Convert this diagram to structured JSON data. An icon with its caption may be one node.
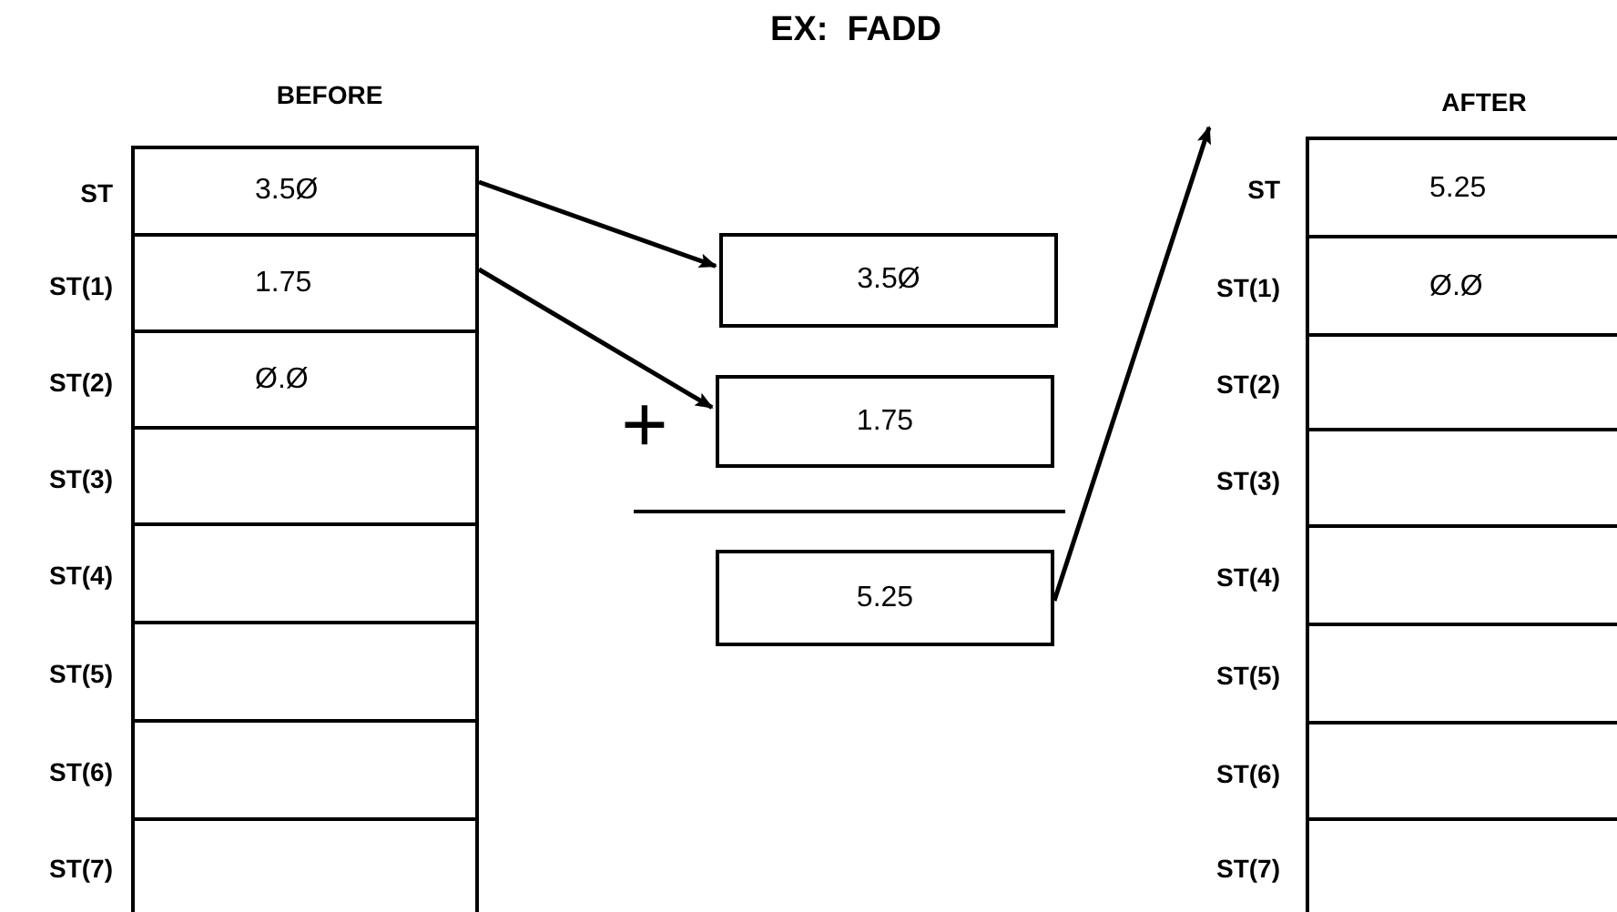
{
  "diagram": {
    "title": "EX:  FADD",
    "nodes": [
      {
        "text": [
          "3.5Ø"
        ],
        "beside": [
          "ST"
        ]
      },
      {
        "text": [
          "1.75"
        ],
        "beside": [
          "ST(1)"
        ]
      },
      {
        "text": [
          "Ø.Ø"
        ],
        "beside": [
          "ST(2)"
        ]
      },
      {
        "text": [],
        "shape": "box",
        "beside": [
          "ST(3)"
        ]
      },
      {
        "text": [],
        "shape": "box",
        "beside": [
          "ST(4)"
        ]
      },
      {
        "text": [],
        "shape": "box",
        "beside": [
          "ST(5)"
        ]
      },
      {
        "text": [],
        "shape": "box",
        "beside": [
          "ST(6)"
        ]
      },
      {
        "text": [],
        "shape": "box",
        "beside": [
          "ST(7)"
        ]
      },
      {
        "text": [
          "3.5Ø"
        ]
      },
      {
        "text": [
          "1.75"
        ]
      },
      {
        "text": [
          "5.25"
        ]
      },
      {
        "text": [
          "5.25"
        ],
        "beside": [
          "ST"
        ]
      },
      {
        "text": [
          "Ø.Ø"
        ],
        "beside": [
          "ST(1)"
        ]
      },
      {
        "text": [],
        "shape": "box",
        "beside": [
          "ST(2)"
        ]
      },
      {
        "text": [],
        "shape": "box",
        "beside": [
          "ST(3)"
        ]
      },
      {
        "text": [],
        "shape": "box",
        "beside": [
          "ST(4)"
        ]
      },
      {
        "text": [],
        "shape": "box",
        "beside": [
          "ST(5)"
        ]
      },
      {
        "text": [],
        "shape": "box",
        "beside": [
          "ST(6)"
        ]
      },
      {
        "text": [],
        "shape": "box",
        "beside": [
          "ST(7)"
        ]
      }
    ],
    "edges": [
      {
        "from": 0,
        "to": 8,
        "arrow": "to"
      },
      {
        "from": 1,
        "to": 9,
        "arrow": "to"
      },
      {
        "from": 10,
        "to": 11,
        "arrow": "to"
      }
    ],
    "labels": [
      "BEFORE",
      "AFTER",
      "+"
    ]
  }
}
